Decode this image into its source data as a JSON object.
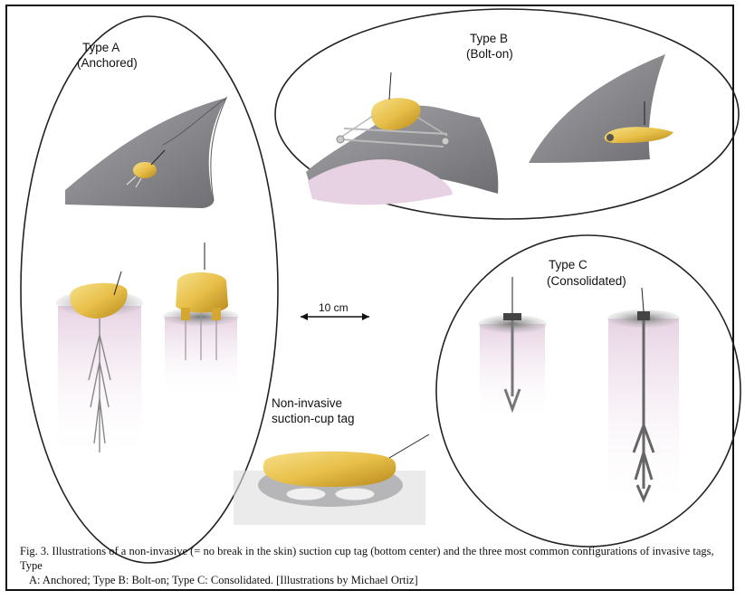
{
  "figure": {
    "type_a": {
      "title": "Type A",
      "subtitle": "(Anchored)"
    },
    "type_b": {
      "title": "Type B",
      "subtitle": "(Bolt-on)"
    },
    "type_c": {
      "title": "Type C",
      "subtitle": "(Consolidated)"
    },
    "non_invasive": {
      "line1": "Non-invasive",
      "line2": "suction-cup tag"
    },
    "scale": {
      "label": "10 cm"
    },
    "caption": {
      "line1": "Fig. 3. Illustrations of a non-invasive (= no break in the skin) suction cup tag (bottom center) and the three most common configurations of invasive tags, Type",
      "line2": "A: Anchored; Type B: Bolt-on; Type C: Consolidated. [Illustrations by Michael Ortiz]"
    }
  },
  "colors": {
    "fin": "#8e8e93",
    "fin_dark": "#6e6e72",
    "tag_gold": "#e8c04a",
    "tag_shadow": "#b8891c",
    "tissue_pink": "#ead6e6",
    "outline": "#222222"
  }
}
